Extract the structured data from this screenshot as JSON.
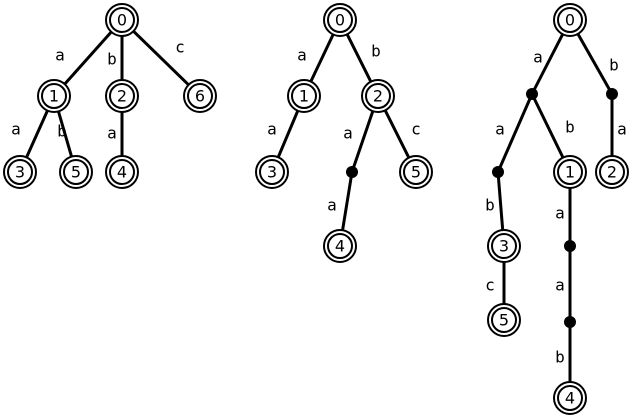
{
  "trees": [
    {
      "id": "left",
      "nodes": [
        {
          "id": "L0",
          "kind": "state",
          "label": "0"
        },
        {
          "id": "L1",
          "kind": "state",
          "label": "1"
        },
        {
          "id": "L2",
          "kind": "state",
          "label": "2"
        },
        {
          "id": "L6",
          "kind": "state",
          "label": "6"
        },
        {
          "id": "L3",
          "kind": "state",
          "label": "3"
        },
        {
          "id": "L5",
          "kind": "state",
          "label": "5"
        },
        {
          "id": "L4",
          "kind": "state",
          "label": "4"
        }
      ],
      "edges": [
        {
          "from": "L0",
          "to": "L1",
          "label": "a"
        },
        {
          "from": "L0",
          "to": "L2",
          "label": "b"
        },
        {
          "from": "L0",
          "to": "L6",
          "label": "c"
        },
        {
          "from": "L1",
          "to": "L3",
          "label": "a"
        },
        {
          "from": "L1",
          "to": "L5",
          "label": "b"
        },
        {
          "from": "L2",
          "to": "L4",
          "label": "a"
        }
      ]
    },
    {
      "id": "middle",
      "nodes": [
        {
          "id": "M0",
          "kind": "state",
          "label": "0"
        },
        {
          "id": "M1",
          "kind": "state",
          "label": "1"
        },
        {
          "id": "M2",
          "kind": "state",
          "label": "2"
        },
        {
          "id": "M3",
          "kind": "state",
          "label": "3"
        },
        {
          "id": "Md",
          "kind": "dot",
          "label": ""
        },
        {
          "id": "M5",
          "kind": "state",
          "label": "5"
        },
        {
          "id": "M4",
          "kind": "state",
          "label": "4"
        }
      ],
      "edges": [
        {
          "from": "M0",
          "to": "M1",
          "label": "a"
        },
        {
          "from": "M0",
          "to": "M2",
          "label": "b"
        },
        {
          "from": "M1",
          "to": "M3",
          "label": "a"
        },
        {
          "from": "M2",
          "to": "Md",
          "label": "a"
        },
        {
          "from": "M2",
          "to": "M5",
          "label": "c"
        },
        {
          "from": "Md",
          "to": "M4",
          "label": "a"
        }
      ]
    },
    {
      "id": "right",
      "nodes": [
        {
          "id": "R0",
          "kind": "state",
          "label": "0"
        },
        {
          "id": "Rd1",
          "kind": "dot",
          "label": ""
        },
        {
          "id": "Rd2",
          "kind": "dot",
          "label": ""
        },
        {
          "id": "Rd3",
          "kind": "dot",
          "label": ""
        },
        {
          "id": "R1",
          "kind": "state",
          "label": "1"
        },
        {
          "id": "R2",
          "kind": "state",
          "label": "2"
        },
        {
          "id": "R3",
          "kind": "state",
          "label": "3"
        },
        {
          "id": "Rd4",
          "kind": "dot",
          "label": ""
        },
        {
          "id": "R5",
          "kind": "state",
          "label": "5"
        },
        {
          "id": "Rd5",
          "kind": "dot",
          "label": ""
        },
        {
          "id": "R4",
          "kind": "state",
          "label": "4"
        }
      ],
      "edges": [
        {
          "from": "R0",
          "to": "Rd1",
          "label": "a"
        },
        {
          "from": "R0",
          "to": "Rd2",
          "label": "b"
        },
        {
          "from": "Rd1",
          "to": "Rd3",
          "label": "a"
        },
        {
          "from": "Rd1",
          "to": "R1",
          "label": "b"
        },
        {
          "from": "Rd2",
          "to": "R2",
          "label": "a"
        },
        {
          "from": "Rd3",
          "to": "R3",
          "label": "b"
        },
        {
          "from": "R3",
          "to": "R5",
          "label": "c"
        },
        {
          "from": "R1",
          "to": "Rd4",
          "label": "a"
        },
        {
          "from": "Rd4",
          "to": "Rd5",
          "label": "a"
        },
        {
          "from": "Rd5",
          "to": "R4",
          "label": "b"
        }
      ]
    }
  ]
}
